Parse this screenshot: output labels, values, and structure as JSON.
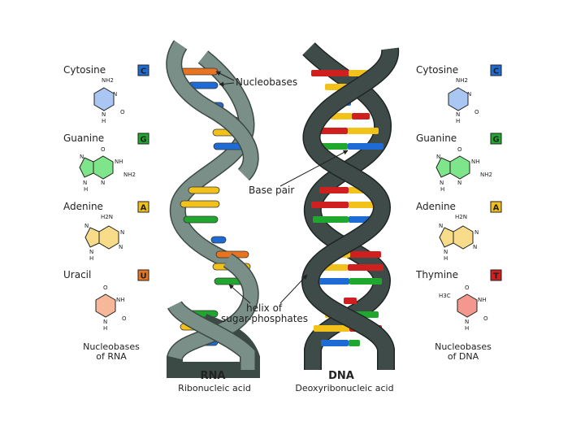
{
  "left_panel": {
    "bases": [
      {
        "name": "Cytosine",
        "letter": "C",
        "color": "#1e6bd6",
        "fill": "#a9c7f2",
        "atoms": [
          "NH2",
          "N",
          "N",
          "H",
          "O"
        ]
      },
      {
        "name": "Guanine",
        "letter": "G",
        "color": "#1fa72e",
        "fill": "#7fe58a",
        "atoms": [
          "O",
          "N",
          "NH",
          "N",
          "N",
          "NH2",
          "H"
        ]
      },
      {
        "name": "Adenine",
        "letter": "A",
        "color": "#f2c11a",
        "fill": "#f8dc8a",
        "atoms": [
          "H2N",
          "N",
          "N",
          "N",
          "N",
          "H"
        ]
      },
      {
        "name": "Uracil",
        "letter": "U",
        "color": "#e9741f",
        "fill": "#f7b89a",
        "atoms": [
          "O",
          "NH",
          "N",
          "H",
          "O"
        ]
      }
    ],
    "caption": [
      "Nucleobases",
      "of RNA"
    ]
  },
  "right_panel": {
    "bases": [
      {
        "name": "Cytosine",
        "letter": "C",
        "color": "#1e6bd6",
        "fill": "#a9c7f2",
        "atoms": [
          "NH2",
          "N",
          "N",
          "H",
          "O"
        ]
      },
      {
        "name": "Guanine",
        "letter": "G",
        "color": "#1fa72e",
        "fill": "#7fe58a",
        "atoms": [
          "O",
          "N",
          "NH",
          "N",
          "N",
          "NH2",
          "H"
        ]
      },
      {
        "name": "Adenine",
        "letter": "A",
        "color": "#f2c11a",
        "fill": "#f8dc8a",
        "atoms": [
          "H2N",
          "N",
          "N",
          "N",
          "N",
          "H"
        ]
      },
      {
        "name": "Thymine",
        "letter": "T",
        "color": "#cf1f1f",
        "fill": "#f4978f",
        "atoms": [
          "O",
          "H3C",
          "NH",
          "N",
          "H",
          "O"
        ]
      }
    ],
    "caption": [
      "Nucleobases",
      "of DNA"
    ]
  },
  "annotations": {
    "nucleobases": "Nucleobases",
    "base_pair": "Base pair",
    "helix": [
      "helix of",
      "sugar-phosphates"
    ]
  },
  "rna": {
    "title": "RNA",
    "subtitle": "Ribonucleic acid",
    "backbone_color": "#7a8f88",
    "backbone_edge": "#3c4a45"
  },
  "dna": {
    "title": "DNA",
    "subtitle": "Deoxyribonucleic acid",
    "backbone_color": "#3f4b48",
    "backbone_edge": "#1e2624"
  },
  "colors": {
    "cytosine": "#1e6bd6",
    "guanine": "#1fa72e",
    "adenine": "#f2c11a",
    "uracil": "#e9741f",
    "thymine": "#cf1f1f"
  }
}
